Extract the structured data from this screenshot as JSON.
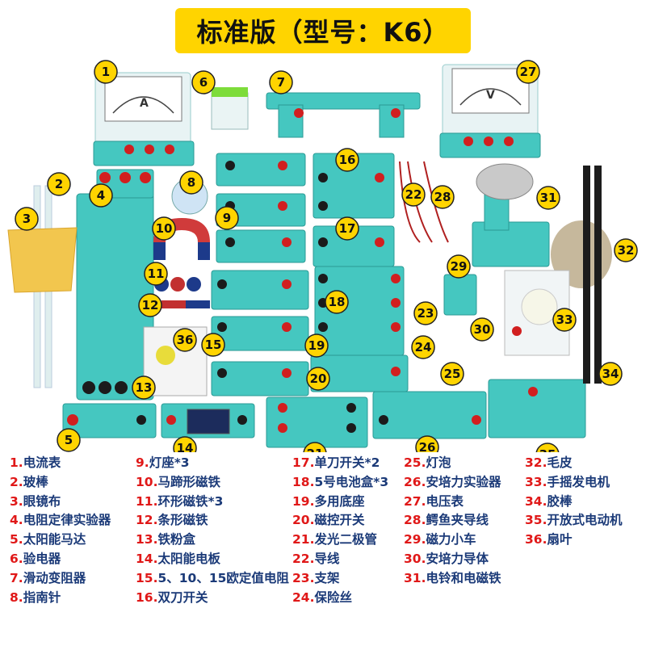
{
  "title": "标准版（型号：K6）",
  "colors": {
    "banner": "#ffd400",
    "number": "#e01818",
    "label": "#1b3a78",
    "base": "#45c7c0",
    "badge": "#ffd400"
  },
  "badges": [
    "1",
    "2",
    "3",
    "4",
    "5",
    "6",
    "7",
    "8",
    "9",
    "10",
    "11",
    "12",
    "13",
    "14",
    "15",
    "16",
    "17",
    "18",
    "19",
    "20",
    "21",
    "22",
    "23",
    "24",
    "25",
    "26",
    "27",
    "28",
    "29",
    "30",
    "31",
    "32",
    "33",
    "34",
    "35",
    "36"
  ],
  "legend": {
    "col1": [
      {
        "num": "1.",
        "label": "电流表"
      },
      {
        "num": "2.",
        "label": "玻棒"
      },
      {
        "num": "3.",
        "label": "眼镜布"
      },
      {
        "num": "4.",
        "label": "电阻定律实验器"
      },
      {
        "num": "5.",
        "label": "太阳能马达"
      },
      {
        "num": "6.",
        "label": "验电器"
      },
      {
        "num": "7.",
        "label": "滑动变阻器"
      },
      {
        "num": "8.",
        "label": "指南针"
      }
    ],
    "col2": [
      {
        "num": "9.",
        "label": "灯座*3"
      },
      {
        "num": "10.",
        "label": "马蹄形磁铁"
      },
      {
        "num": "11.",
        "label": "环形磁铁*3"
      },
      {
        "num": "12.",
        "label": "条形磁铁"
      },
      {
        "num": "13.",
        "label": "铁粉盒"
      },
      {
        "num": "14.",
        "label": "太阳能电板"
      },
      {
        "num": "15.",
        "label": "5、10、15欧定值电阻"
      },
      {
        "num": "16.",
        "label": "双刀开关"
      }
    ],
    "col3": [
      {
        "num": "17.",
        "label": "单刀开关*2"
      },
      {
        "num": "18.",
        "label": "5号电池盒*3"
      },
      {
        "num": "19.",
        "label": "多用底座"
      },
      {
        "num": "20.",
        "label": "磁控开关"
      },
      {
        "num": "21.",
        "label": "发光二极管"
      },
      {
        "num": "22.",
        "label": "导线"
      },
      {
        "num": "23.",
        "label": "支架"
      },
      {
        "num": "24.",
        "label": "保险丝"
      }
    ],
    "col4": [
      {
        "num": "25.",
        "label": "灯泡"
      },
      {
        "num": "26.",
        "label": "安培力实验器"
      },
      {
        "num": "27.",
        "label": "电压表"
      },
      {
        "num": "28.",
        "label": "鳄鱼夹导线"
      },
      {
        "num": "29.",
        "label": "磁力小车"
      },
      {
        "num": "30.",
        "label": "安培力导体"
      },
      {
        "num": "31.",
        "label": "电铃和电磁铁"
      }
    ],
    "col5": [
      {
        "num": "32.",
        "label": "毛皮"
      },
      {
        "num": "33.",
        "label": "手摇发电机"
      },
      {
        "num": "34.",
        "label": "胶棒"
      },
      {
        "num": "35.",
        "label": "开放式电动机"
      },
      {
        "num": "36.",
        "label": "扇叶"
      }
    ]
  },
  "meter_labels": {
    "ammeter": "A",
    "voltmeter": "V"
  }
}
